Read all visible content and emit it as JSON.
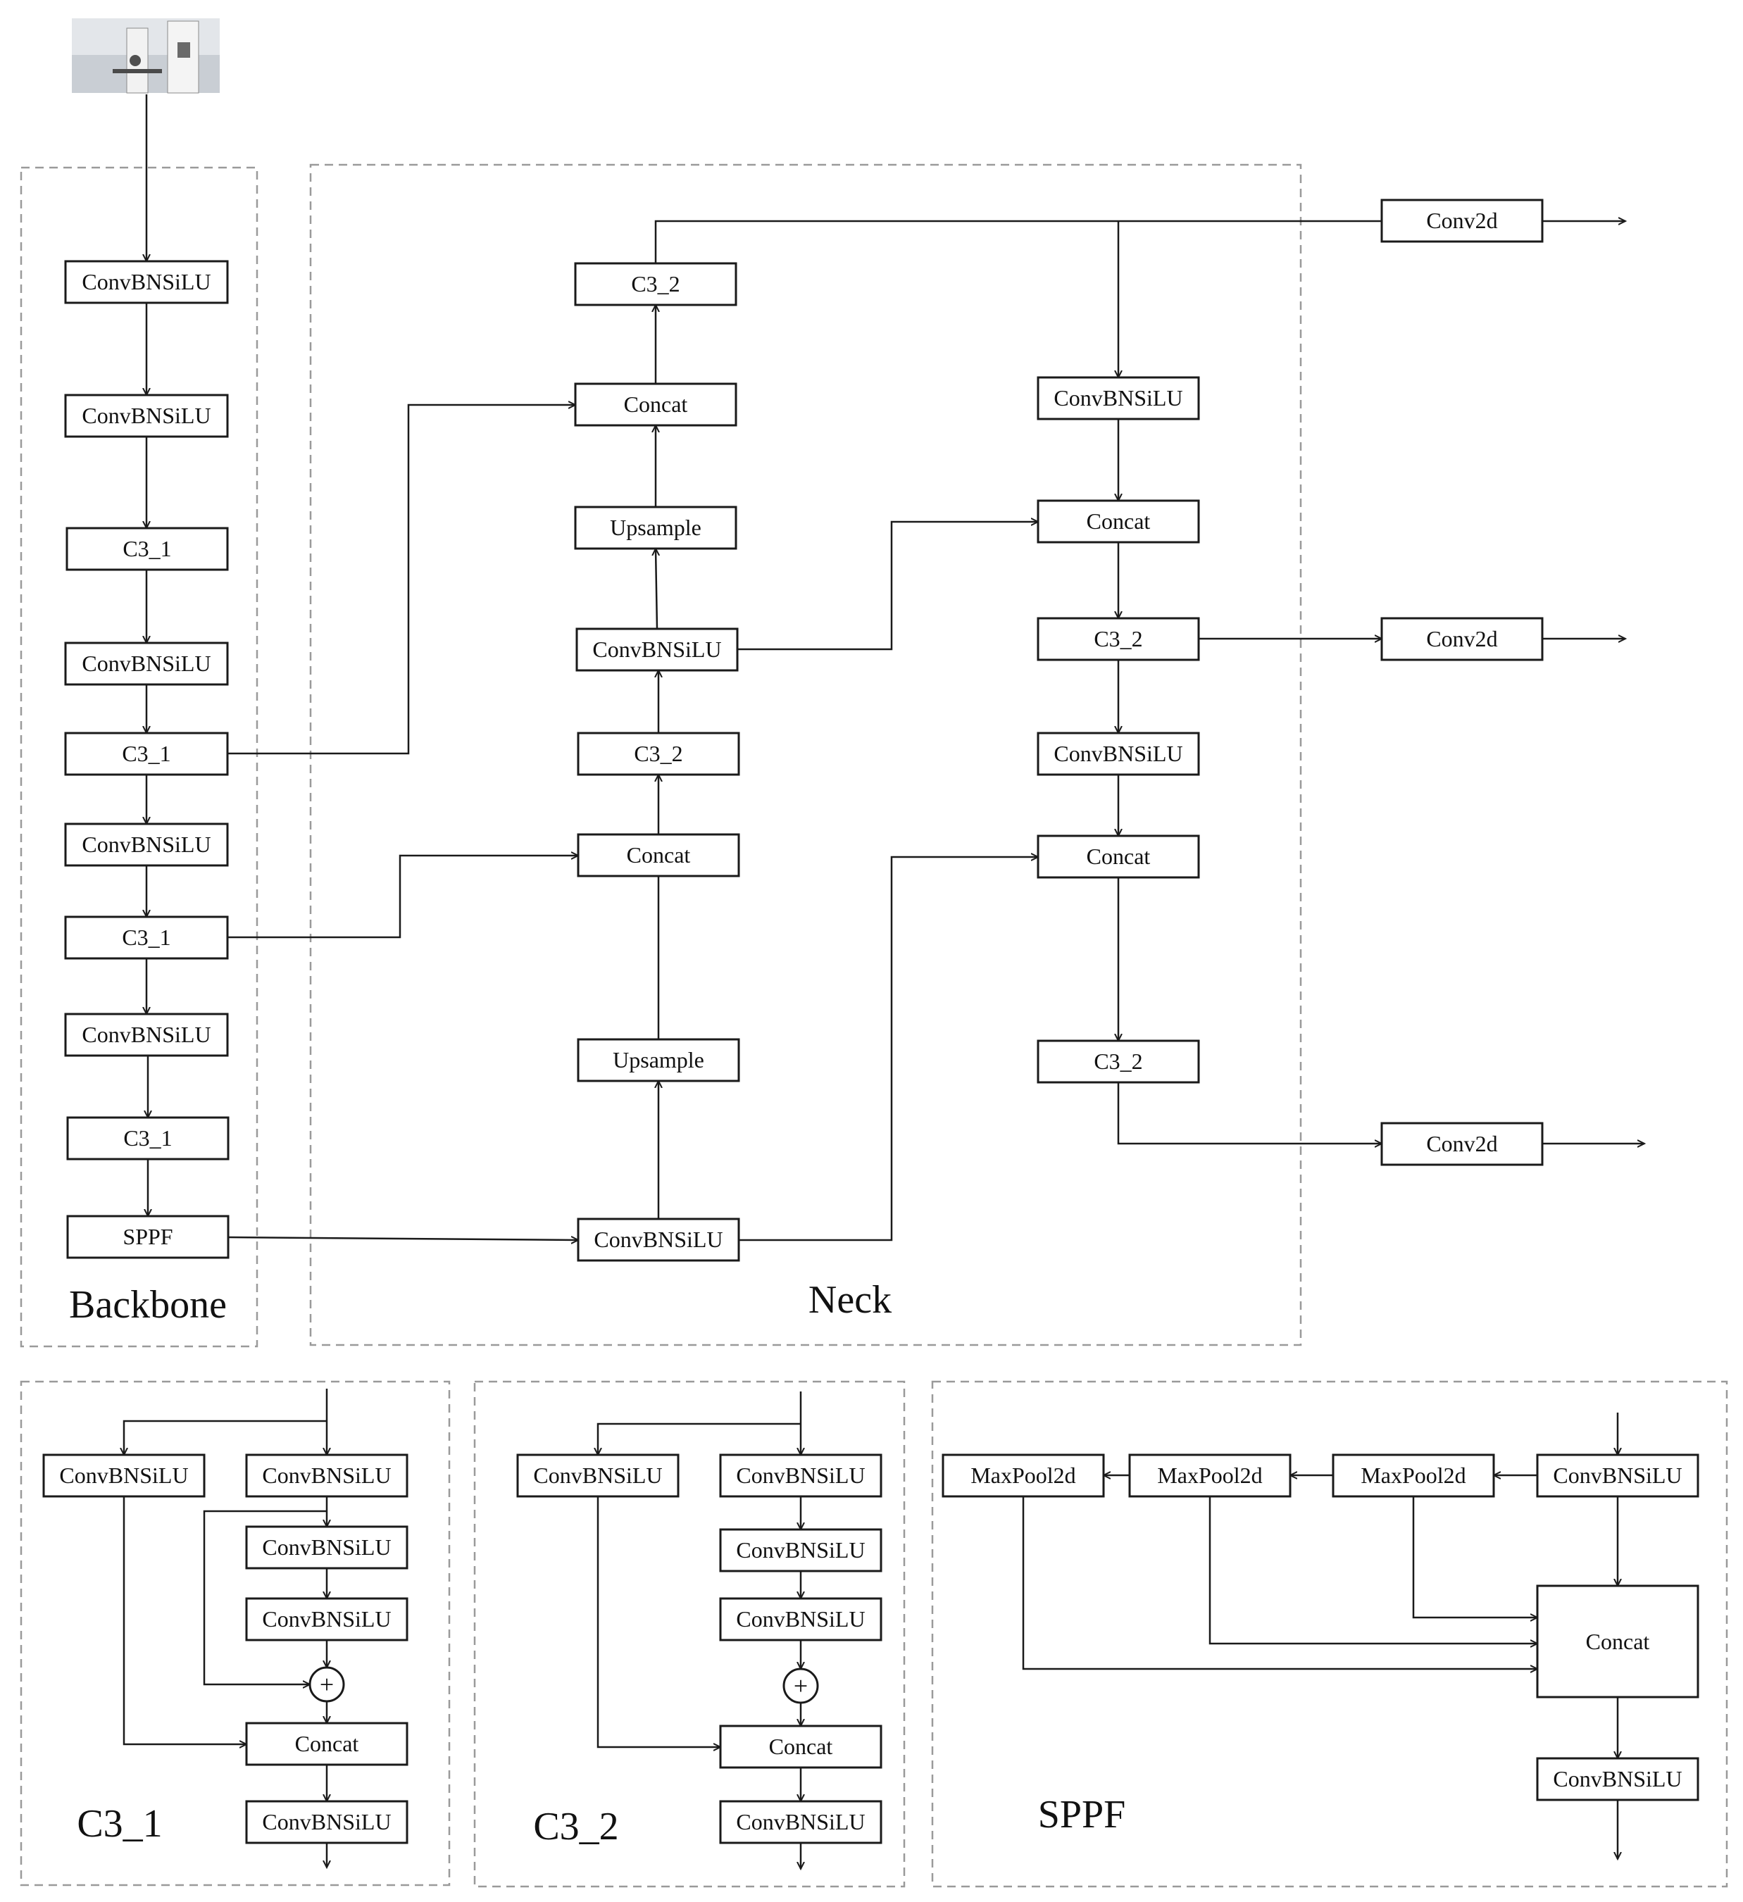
{
  "input_image": "input photo thumbnail",
  "labels": {
    "backbone": "Backbone",
    "neck": "Neck",
    "c3_1": "C3_1",
    "c3_2": "C3_2",
    "sppf": "SPPF"
  },
  "blocks": {
    "convbnsilu": "ConvBNSiLU",
    "c3_1": "C3_1",
    "c3_2": "C3_2",
    "sppf": "SPPF",
    "concat": "Concat",
    "upsample": "Upsample",
    "conv2d": "Conv2d",
    "maxpool2d": "MaxPool2d",
    "add": "+"
  }
}
